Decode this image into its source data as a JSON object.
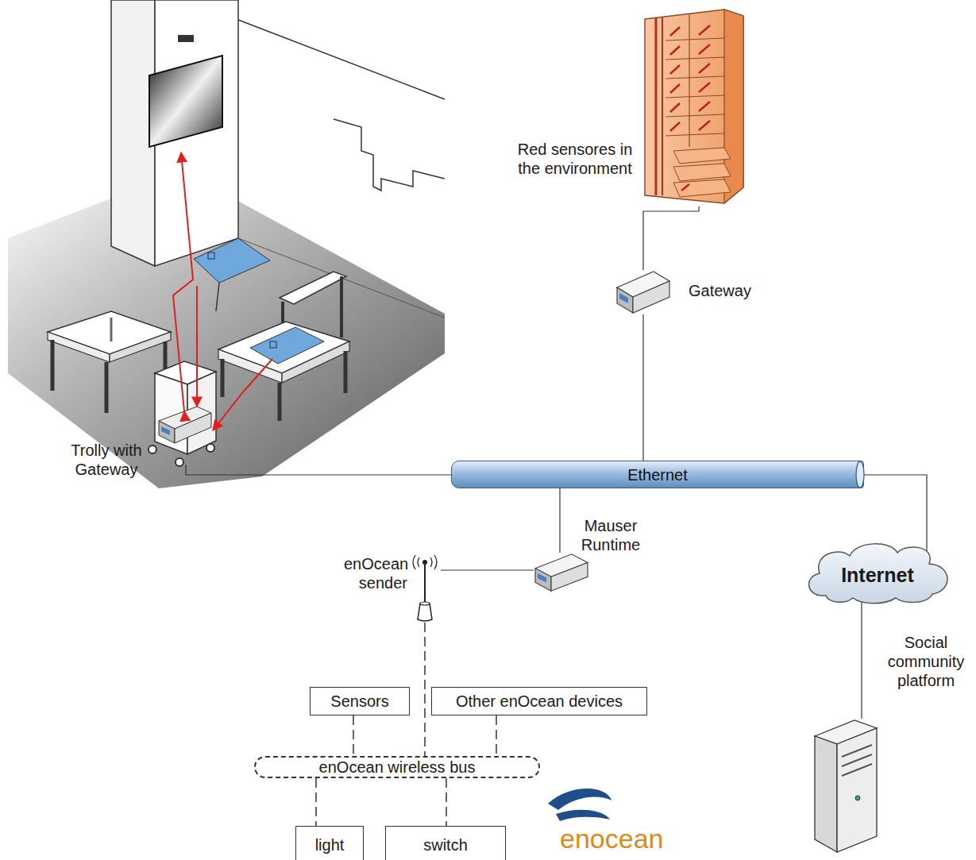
{
  "diagram": {
    "nodes": [
      {
        "text": [
          "Red sensores in the environment"
        ]
      },
      {
        "text": [
          "Gateway"
        ]
      },
      {
        "text": [
          "Trolly with Gateway"
        ]
      },
      {
        "text": [
          "Ethernet"
        ]
      },
      {
        "text": [
          "Mauser Runtime"
        ]
      },
      {
        "text": [
          "enOcean sender"
        ]
      },
      {
        "text": [
          "Internet"
        ]
      },
      {
        "text": [
          "Social community platform"
        ]
      },
      {
        "text": [
          "enOcean wireless bus"
        ]
      },
      {
        "text": [
          "Sensors"
        ]
      },
      {
        "text": [
          "Other enOcean devices"
        ]
      },
      {
        "text": [
          "light"
        ]
      },
      {
        "text": [
          "switch"
        ]
      }
    ],
    "edges": [
      {
        "from": 0,
        "to": 1,
        "arrow": "none"
      },
      {
        "from": 1,
        "to": 3,
        "arrow": "none"
      },
      {
        "from": 2,
        "to": 3,
        "arrow": "none"
      },
      {
        "from": 3,
        "to": 4,
        "arrow": "none"
      },
      {
        "from": 4,
        "to": 5,
        "arrow": "none"
      },
      {
        "from": 3,
        "to": 6,
        "arrow": "none"
      },
      {
        "from": 6,
        "to": 7,
        "arrow": "none"
      },
      {
        "from": 5,
        "to": 8,
        "arrow": "none"
      },
      {
        "from": 9,
        "to": 8,
        "arrow": "none"
      },
      {
        "from": 10,
        "to": 8,
        "arrow": "none"
      },
      {
        "from": 8,
        "to": 11,
        "arrow": "none"
      },
      {
        "from": 8,
        "to": 12,
        "arrow": "none"
      }
    ],
    "labels": [
      "enocean"
    ]
  }
}
